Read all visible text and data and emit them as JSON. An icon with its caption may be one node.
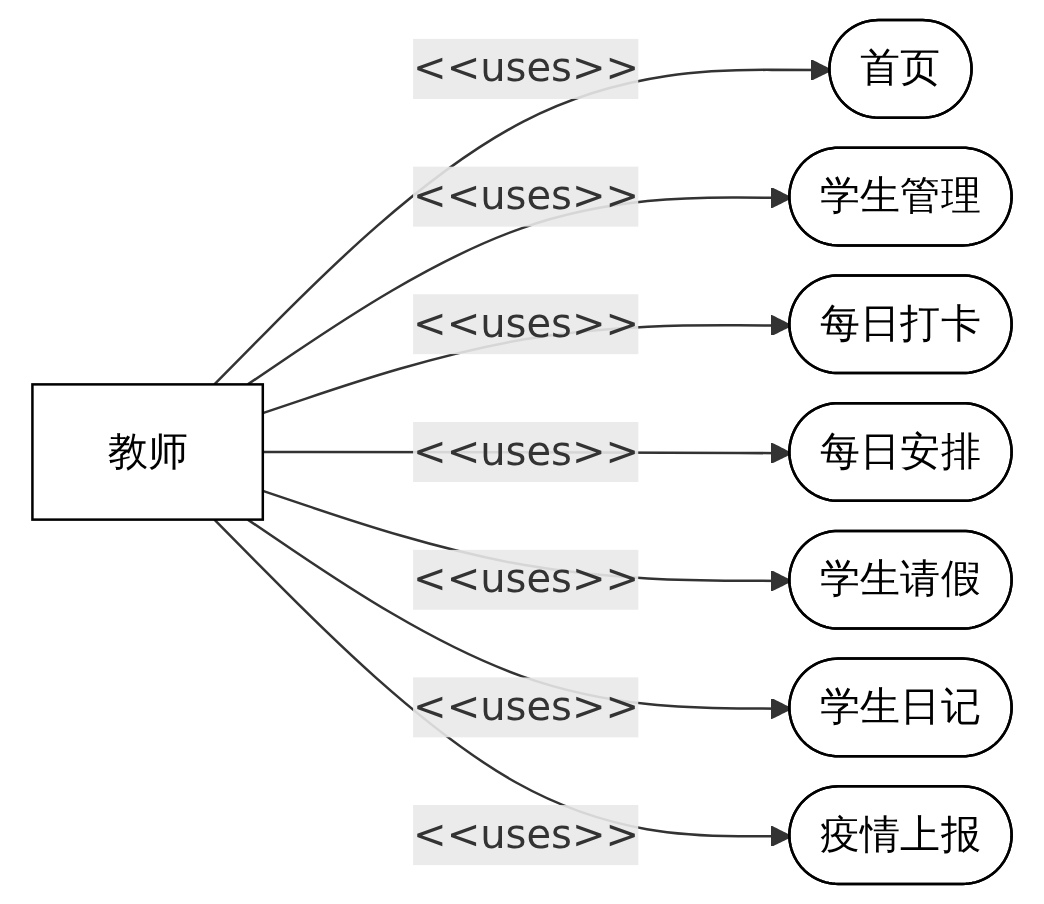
{
  "diagram": {
    "nodes": [
      {
        "text": [
          "教师"
        ]
      },
      {
        "text": [
          "首页"
        ]
      },
      {
        "text": [
          "学生管理"
        ]
      },
      {
        "text": [
          "每日打卡"
        ]
      },
      {
        "text": [
          "每日安排"
        ]
      },
      {
        "text": [
          "学生请假"
        ]
      },
      {
        "text": [
          "学生日记"
        ]
      },
      {
        "text": [
          "疫情上报"
        ]
      }
    ],
    "edges": [
      {
        "from": 0,
        "to": 1,
        "arrow": "to",
        "label": "<<uses>>"
      },
      {
        "from": 0,
        "to": 2,
        "arrow": "to",
        "label": "<<uses>>"
      },
      {
        "from": 0,
        "to": 3,
        "arrow": "to",
        "label": "<<uses>>"
      },
      {
        "from": 0,
        "to": 4,
        "arrow": "to",
        "label": "<<uses>>"
      },
      {
        "from": 0,
        "to": 5,
        "arrow": "to",
        "label": "<<uses>>"
      },
      {
        "from": 0,
        "to": 6,
        "arrow": "to",
        "label": "<<uses>>"
      },
      {
        "from": 0,
        "to": 7,
        "arrow": "to",
        "label": "<<uses>>"
      }
    ]
  }
}
